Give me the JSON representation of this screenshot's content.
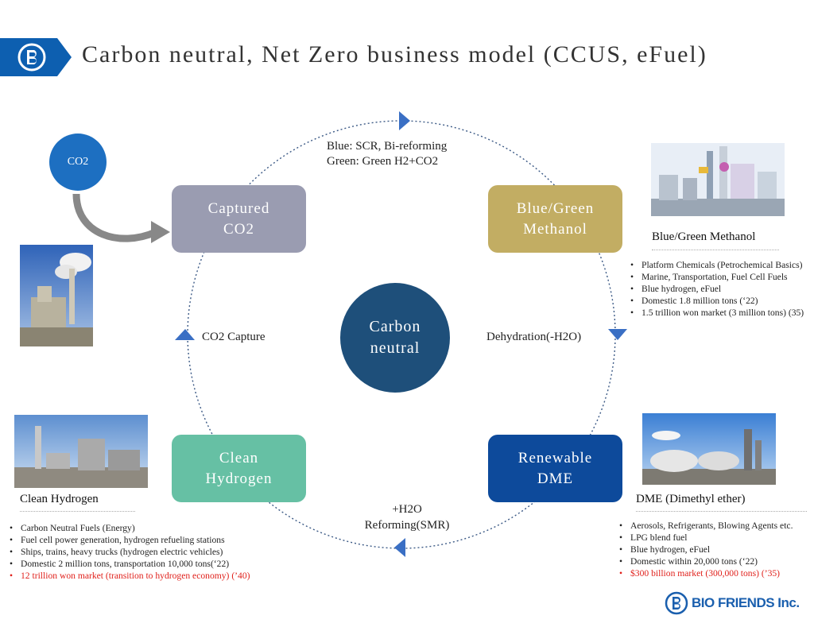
{
  "title": "Carbon neutral, Net Zero business model (CCUS, eFuel)",
  "center": {
    "line1": "Carbon",
    "line2": "neutral"
  },
  "co2_bubble": "CO2",
  "boxes": {
    "captured": {
      "line1": "Captured",
      "line2": "CO2",
      "color": "#9a9cb1"
    },
    "methanol": {
      "line1": "Blue/Green",
      "line2": "Methanol",
      "color": "#c2ad63"
    },
    "hydrogen": {
      "line1": "Clean",
      "line2": "Hydrogen",
      "color": "#66c0a4"
    },
    "dme": {
      "line1": "Renewable",
      "line2": "DME",
      "color": "#0d4a9b"
    }
  },
  "process_labels": {
    "top_line1": "Blue: SCR, Bi-reforming",
    "top_line2": "Green: Green H2+CO2",
    "left": "CO2 Capture",
    "right": "Dehydration(-H2O)",
    "bottom_line1": "+H2O",
    "bottom_line2": "Reforming(SMR)"
  },
  "methanol_panel": {
    "heading": "Blue/Green Methanol",
    "items": [
      "Platform Chemicals (Petrochemical Basics)",
      "Marine, Transportation, Fuel Cell Fuels",
      "Blue hydrogen, eFuel",
      "Domestic 1.8 million tons (‘22)",
      "1.5 trillion won market (3 million tons) (35)"
    ]
  },
  "hydrogen_panel": {
    "heading": "Clean Hydrogen",
    "items": [
      "Carbon Neutral Fuels (Energy)",
      "Fuel cell power generation, hydrogen refueling stations",
      "Ships, trains, heavy trucks (hydrogen electric vehicles)",
      "Domestic 2 million tons, transportation 10,000 tons(‘22)"
    ],
    "highlight": "12 trillion won market (transition to hydrogen economy) (’40)"
  },
  "dme_panel": {
    "heading": "DME (Dimethyl ether)",
    "items": [
      "Aerosols, Refrigerants, Blowing Agents etc.",
      "LPG blend fuel",
      "Blue hydrogen, eFuel",
      "Domestic within 20,000 tons (‘22)"
    ],
    "highlight": "$300 billion market (300,000 tons) (’35)"
  },
  "brand": "BIO FRIENDS Inc.",
  "colors": {
    "arrow": "#3a6fc4",
    "highlight": "#e0201b",
    "center": "#1e4f7a",
    "title_tab": "#0d5fb0"
  }
}
